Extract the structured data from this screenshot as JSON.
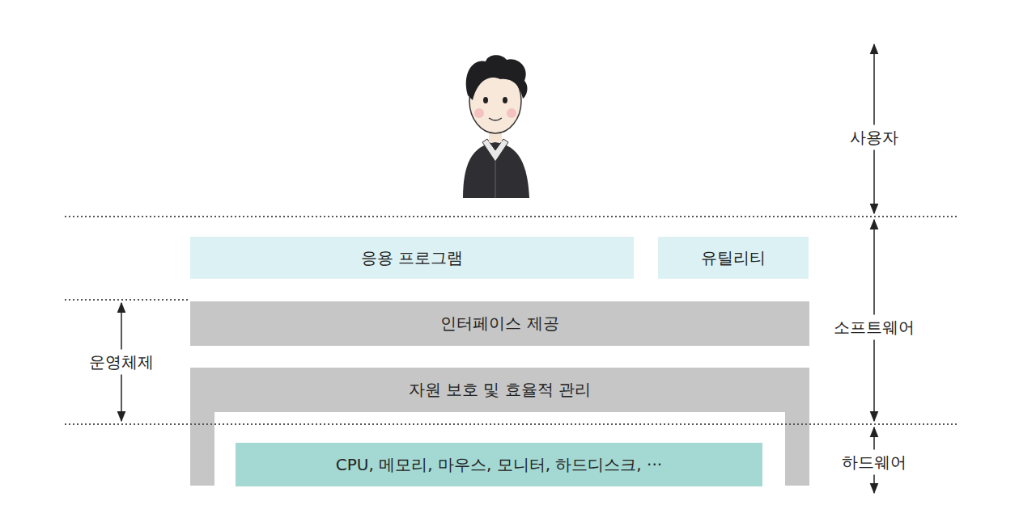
{
  "diagram": {
    "nodes": [
      {
        "text": [
          "응용 프로그램"
        ]
      },
      {
        "text": [
          "유틸리티"
        ]
      },
      {
        "text": [
          "인터페이스 제공"
        ]
      },
      {
        "text": [
          "자원 보호 및 효율적 관리"
        ]
      },
      {
        "text": [
          "CPU, 메모리, 마우스, 모니터, 하드디스크, ···"
        ]
      }
    ],
    "labels": [
      "사용자",
      "소프트웨어",
      "하드웨어",
      "운영체제"
    ]
  }
}
